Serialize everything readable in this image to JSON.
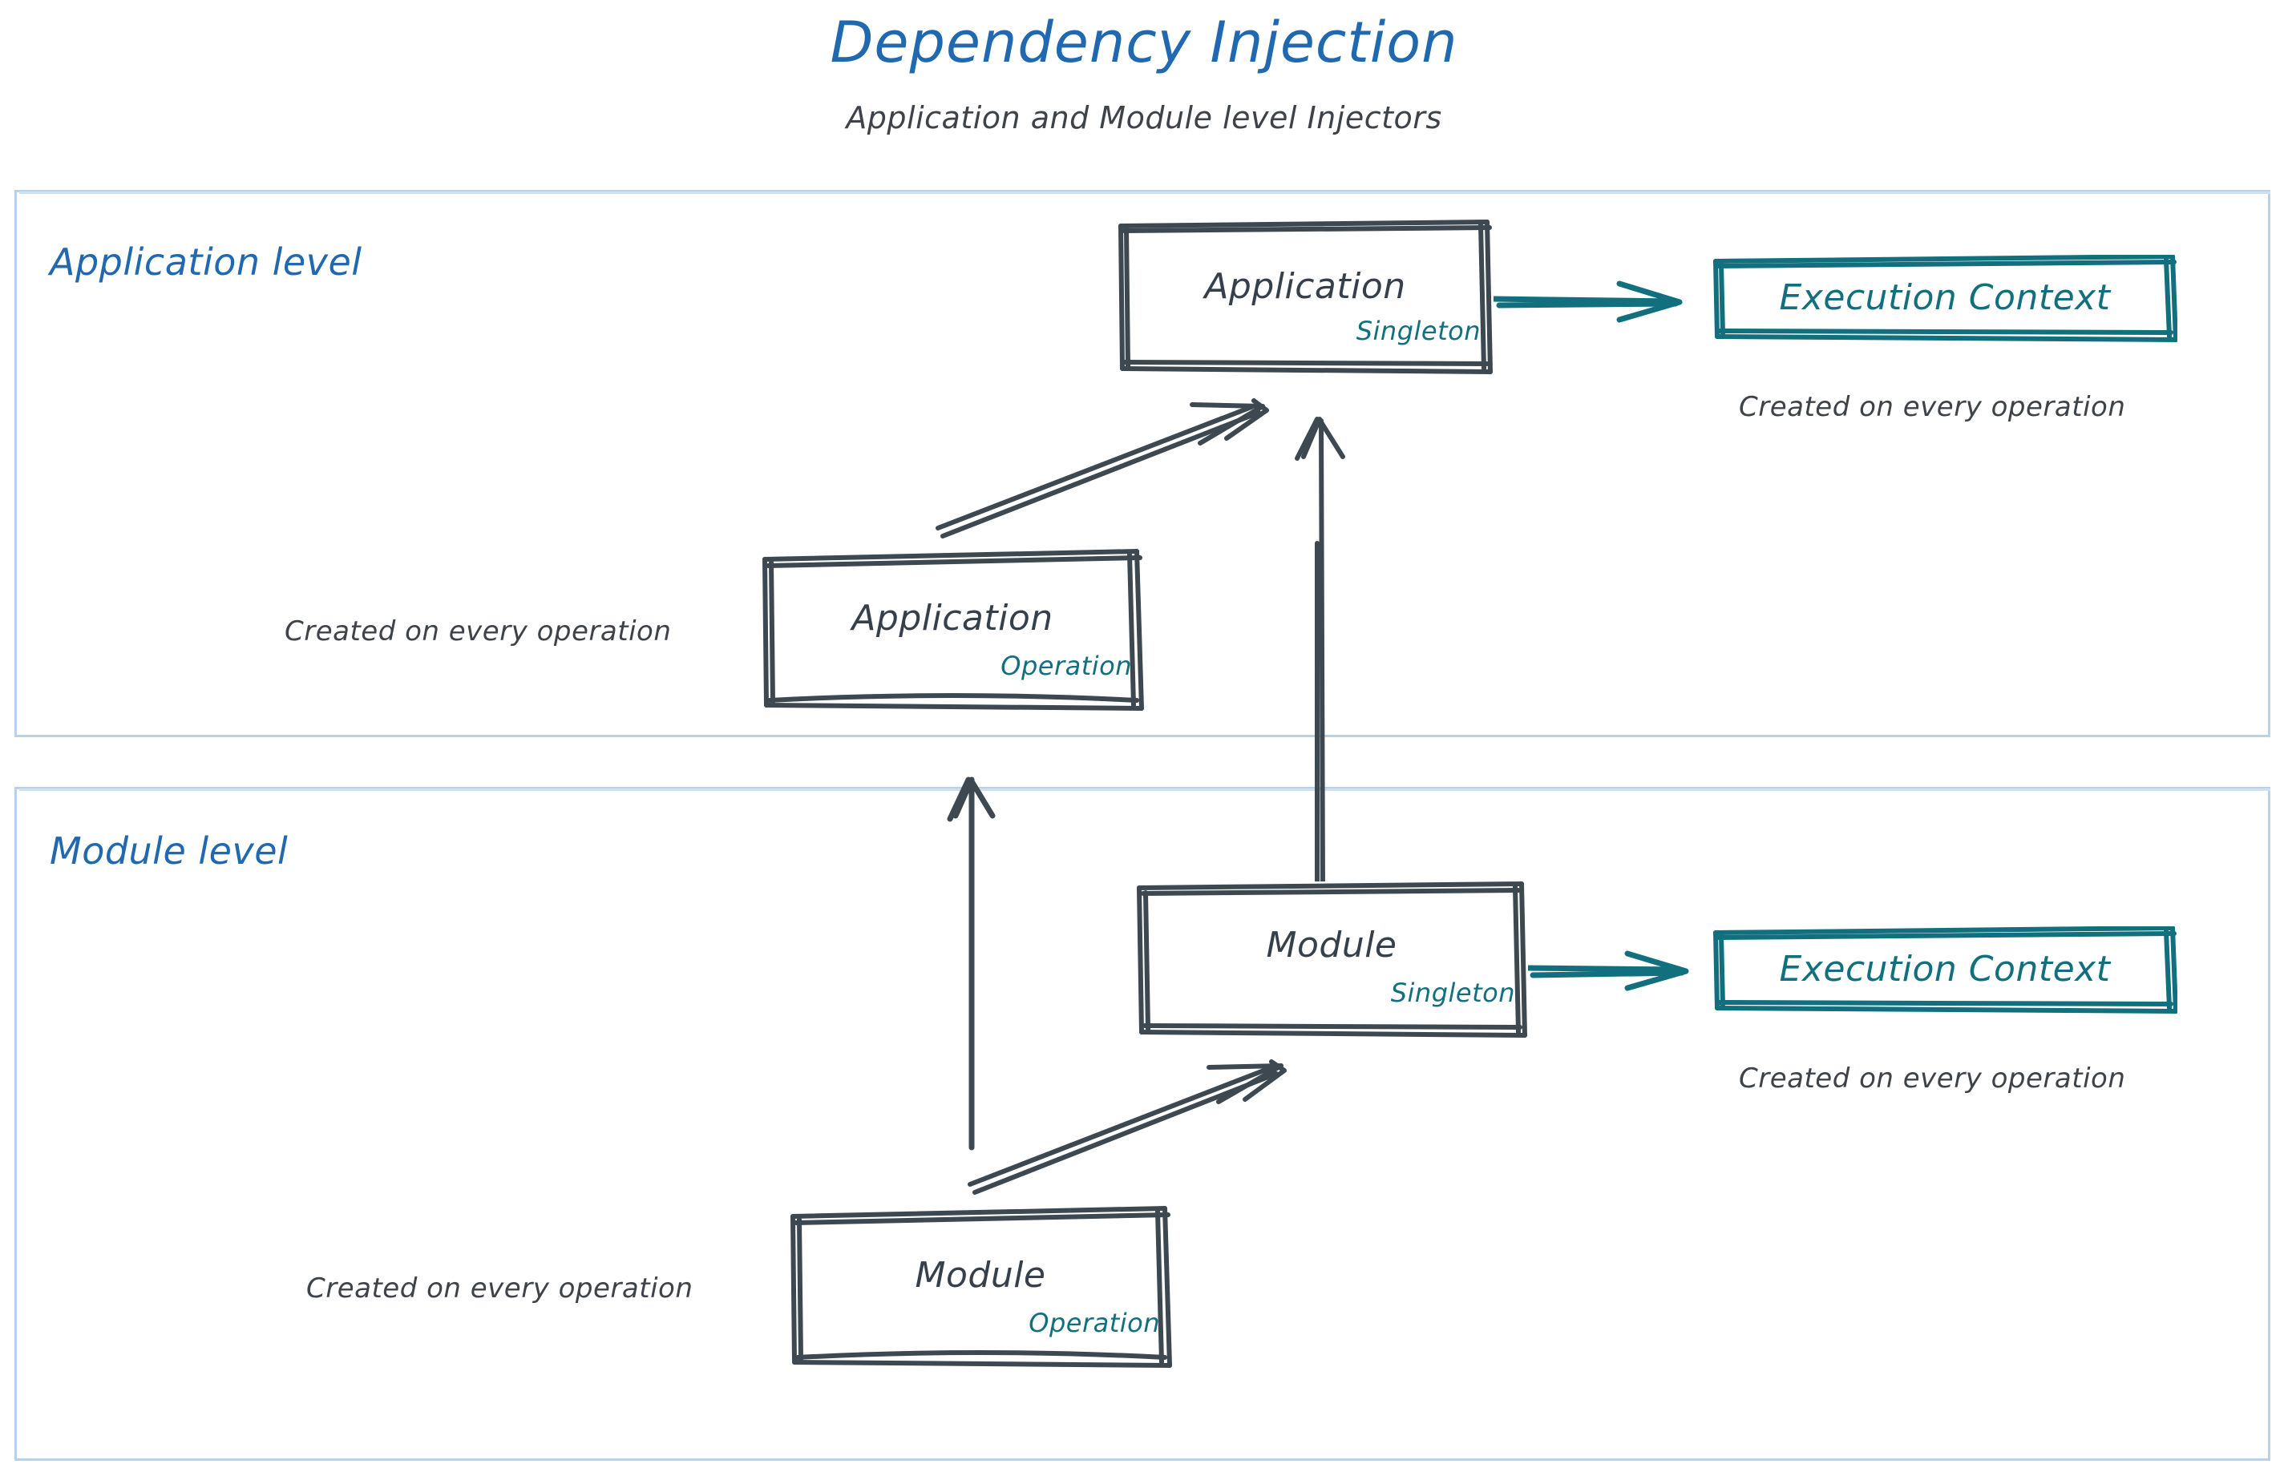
{
  "header": {
    "title": "Dependency Injection",
    "subtitle": "Application and Module level Injectors"
  },
  "colors": {
    "blue": "#2069b0",
    "container_border": "#b9d2ec",
    "sketch_dark": "#36404a",
    "teal": "#12707e",
    "gray_text": "#3d4349",
    "background": "#ffffff"
  },
  "levels": [
    {
      "id": "application-level",
      "label": "Application level"
    },
    {
      "id": "module-level",
      "label": "Module level"
    }
  ],
  "nodes": {
    "application_singleton": {
      "label": "Application",
      "scope": "Singleton"
    },
    "application_operation": {
      "label": "Application",
      "scope": "Operation"
    },
    "module_singleton": {
      "label": "Module",
      "scope": "Singleton"
    },
    "module_operation": {
      "label": "Module",
      "scope": "Operation"
    },
    "execution_context_app": {
      "label": "Execution Context"
    },
    "execution_context_module": {
      "label": "Execution Context"
    }
  },
  "captions": {
    "exec_app": "Created on every operation",
    "app_operation": "Created on every operation",
    "exec_module": "Created on every operation",
    "module_operation": "Created on every operation"
  }
}
